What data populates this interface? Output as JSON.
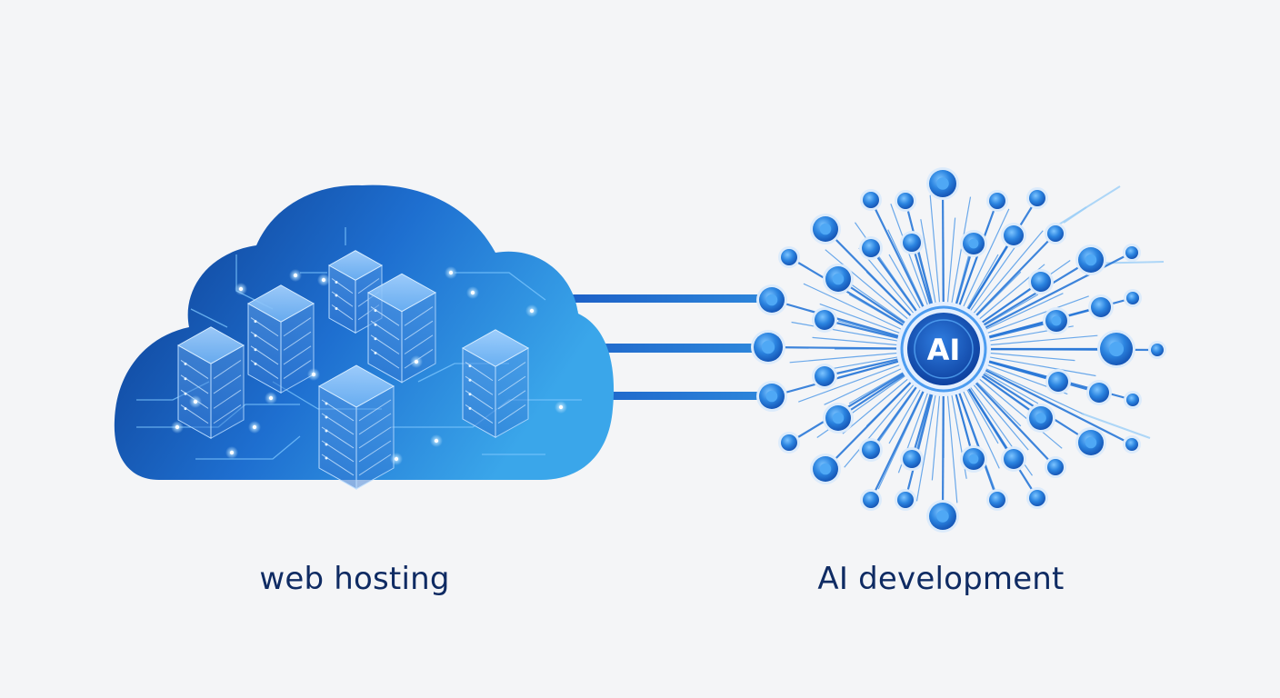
{
  "diagram": {
    "left_label": "web hosting",
    "right_label": "AI development",
    "hub_text": "AI",
    "colors": {
      "background": "#f4f5f7",
      "primary_blue": "#1c64c8",
      "light_blue": "#3aa0e6",
      "dark_blue": "#0f2b63"
    }
  }
}
